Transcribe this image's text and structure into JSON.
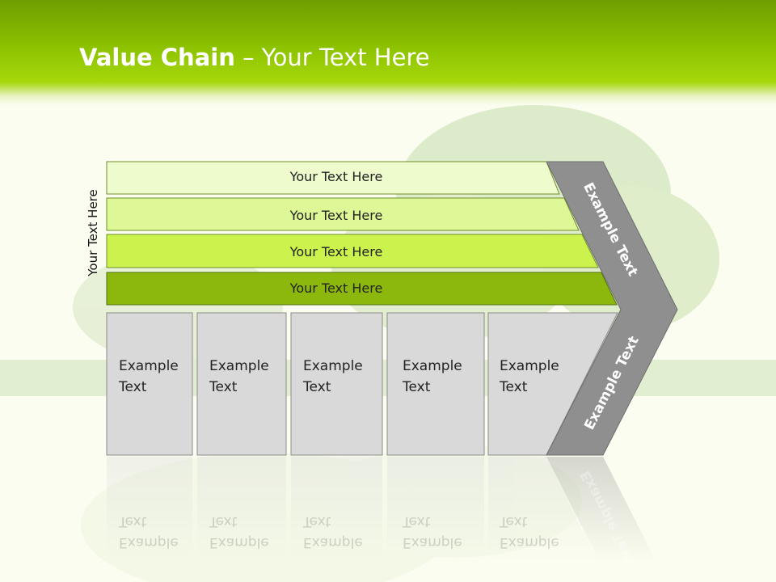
{
  "slide": {
    "title_bold": "Value Chain",
    "title_rest": " – Your Text Here",
    "side_label": "Your Text Here"
  },
  "bands": [
    {
      "label": "Your Text Here",
      "color": "#eefbcc"
    },
    {
      "label": "Your Text Here",
      "color": "#def897"
    },
    {
      "label": "Your Text Here",
      "color": "#ccf34d"
    },
    {
      "label": "Your Text Here",
      "color": "#8cb80e"
    }
  ],
  "boxes": [
    {
      "line1": "Example",
      "line2": "Text"
    },
    {
      "line1": "Example",
      "line2": "Text"
    },
    {
      "line1": "Example",
      "line2": "Text"
    },
    {
      "line1": "Example",
      "line2": "Text"
    },
    {
      "line1": "Example",
      "line2": "Text"
    }
  ],
  "arrow": {
    "upper_label": "Example Text",
    "lower_label": "Example Text",
    "color": "#8f8f8f"
  },
  "colors": {
    "header_green": "#8cc200",
    "box_fill": "#d9d9d9"
  }
}
